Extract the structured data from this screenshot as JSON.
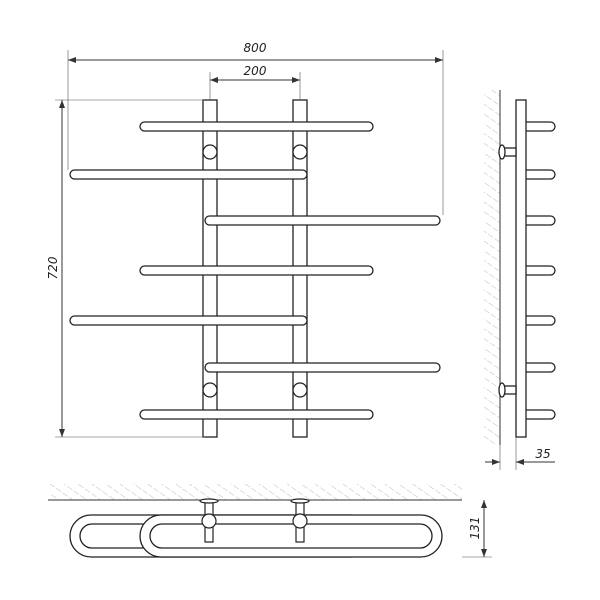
{
  "title": "Towel rail technical drawing",
  "dimensions": {
    "overall_width": "800",
    "post_spacing": "200",
    "height": "720",
    "wall_offset": "35",
    "depth": "131"
  },
  "colors": {
    "line": "#222222",
    "hatch": "#bbbbbb"
  }
}
